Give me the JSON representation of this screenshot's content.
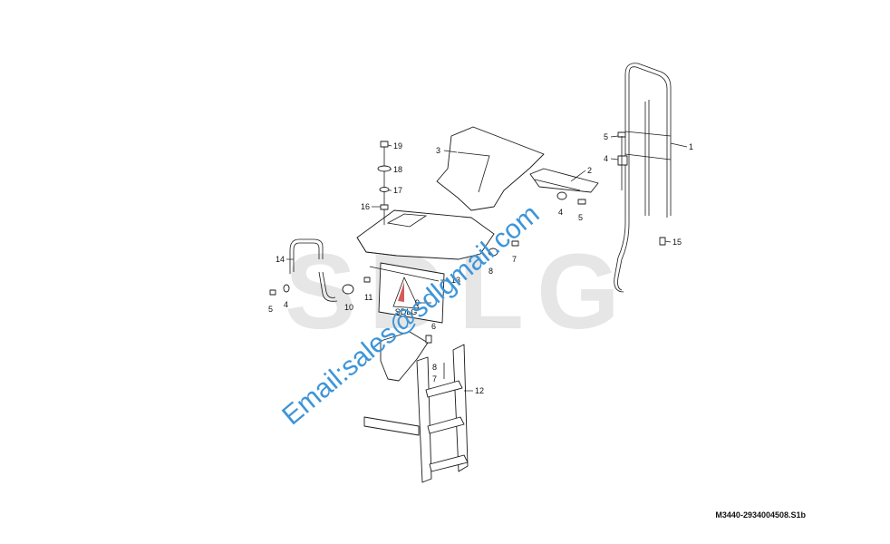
{
  "logo": {
    "text": "SDLG",
    "color": "#e6e6e6"
  },
  "watermark": {
    "text": "Email:sales@sdlgmail.com",
    "color": "#3d95d8"
  },
  "drawing_code": "M3440-2934004508.S1b",
  "sign_text": "SDLG",
  "callouts": [
    "1",
    "2",
    "3",
    "4",
    "4",
    "4",
    "5",
    "5",
    "5",
    "6",
    "7",
    "7",
    "8",
    "8",
    "9",
    "10",
    "11",
    "12",
    "13",
    "14",
    "15",
    "16",
    "17",
    "18",
    "19"
  ],
  "colors": {
    "line": "#1a1a1a",
    "background": "#ffffff"
  }
}
